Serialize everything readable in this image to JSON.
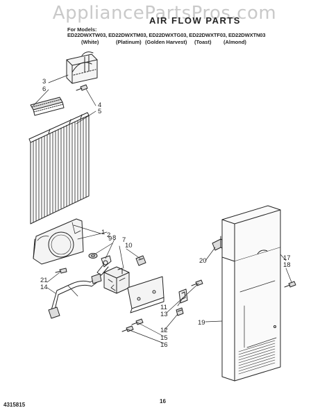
{
  "watermark": "AppliancePartsPros.com",
  "title": "AIR FLOW PARTS",
  "models_label": "For Models:",
  "models": "ED22DWXTW03, ED22DWXTM03, ED22DWXTG03, ED22DWXTF03, ED22DWXTN03",
  "colors": [
    "(White)",
    "(Platinum)",
    "(Golden Harvest)",
    "(Toast)",
    "(Almond)"
  ],
  "callouts": [
    "3",
    "6",
    "4",
    "5",
    "1",
    "9",
    "8",
    "7",
    "10",
    "2",
    "21",
    "14",
    "13",
    "11",
    "12",
    "15",
    "16",
    "17",
    "18",
    "20",
    "19"
  ],
  "footer": {
    "doc_number": "4315815",
    "page_number": "16"
  }
}
